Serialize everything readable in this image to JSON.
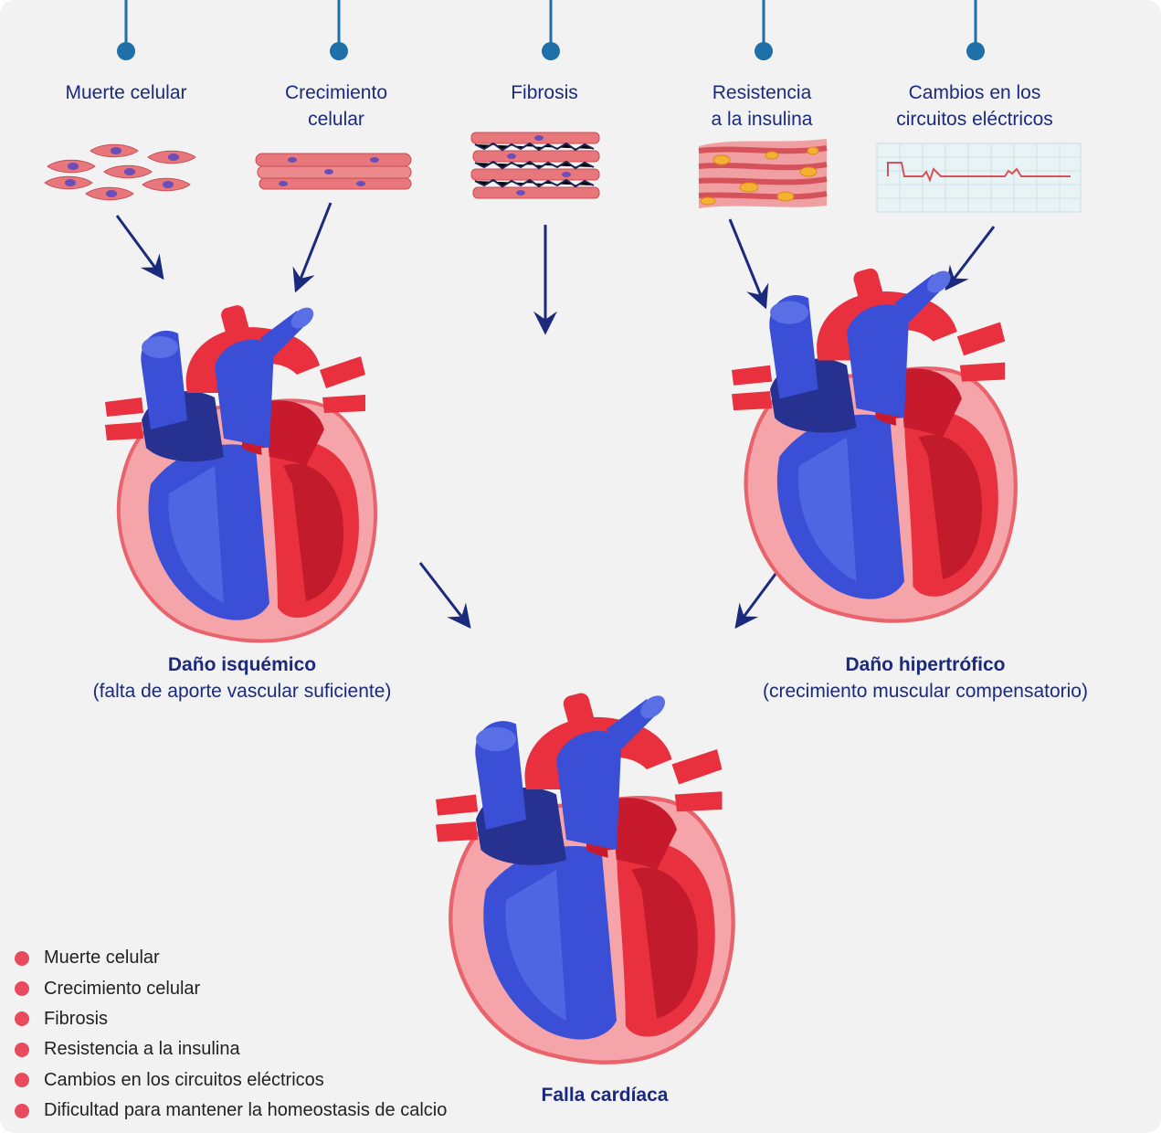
{
  "factors": [
    {
      "label": "Muerte celular"
    },
    {
      "label": "Crecimiento\ncelular"
    },
    {
      "label": "Fibrosis"
    },
    {
      "label": "Resistencia\na la insulina"
    },
    {
      "label": "Cambios en los\ncircuitos eléctricos"
    }
  ],
  "outcomes": {
    "ischemic": {
      "title": "Daño isquémico",
      "subtitle": "(falta de aporte vascular suficiente)"
    },
    "hypertrophic": {
      "title": "Daño hipertrófico",
      "subtitle": "(crecimiento muscular compensatorio)"
    },
    "failure": {
      "title": "Falla cardíaca"
    }
  },
  "legend": {
    "items": [
      "Muerte celular",
      "Crecimiento celular",
      "Fibrosis",
      "Resistencia a la insulina",
      "Cambios en los circuitos eléctricos",
      "Dificultad para mantener la homeostasis de calcio"
    ]
  },
  "colors": {
    "background": "#f2f2f2",
    "navy": "#1b2a7c",
    "connector": "#1f6fa8",
    "legend_dot": "#e94a5e",
    "artery_red": "#e8303f",
    "vein_blue": "#3a4fd6",
    "heart_pink": "#f5a4a9",
    "cell_pink": "#e8777c",
    "nucleus": "#6a4fb8"
  }
}
